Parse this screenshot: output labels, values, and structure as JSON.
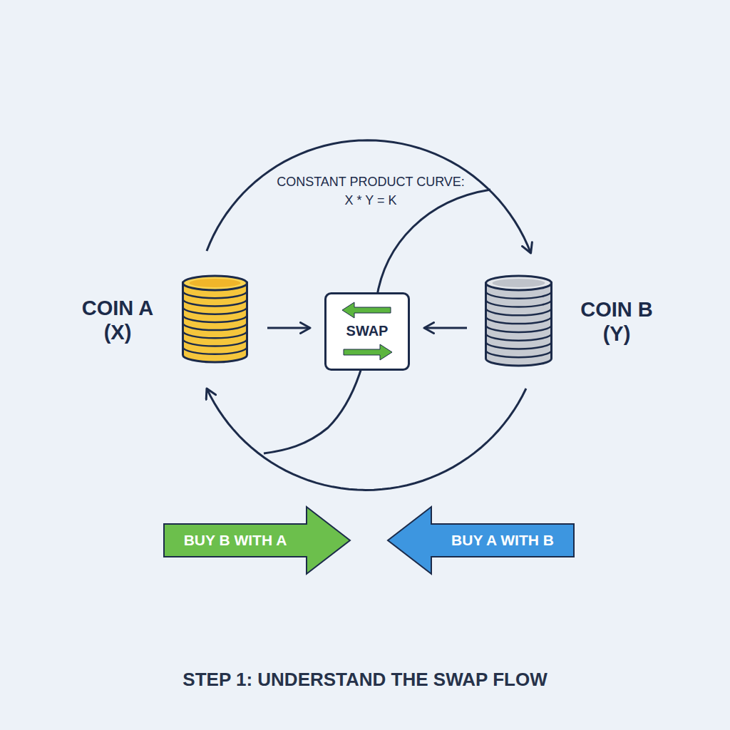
{
  "diagram": {
    "caption": "STEP 1: UNDERSTAND THE SWAP FLOW",
    "nodes": [
      {
        "text": [
          "COIN A (X)"
        ]
      },
      {
        "text": [
          "SWAP"
        ]
      },
      {
        "text": [
          "COIN B (Y)"
        ]
      },
      {
        "text": [
          "BUY B WITH A"
        ]
      },
      {
        "text": [
          "BUY A WITH B"
        ]
      }
    ],
    "edges": [
      {
        "from": 0,
        "to": 1,
        "arrow": "to"
      },
      {
        "from": 2,
        "to": 1,
        "arrow": "to"
      },
      {
        "from": 0,
        "to": 2,
        "arrow": "to"
      },
      {
        "from": 2,
        "to": 0,
        "arrow": "to"
      }
    ],
    "labels": [
      "CONSTANT PRODUCT CURVE: X * Y = K"
    ]
  }
}
